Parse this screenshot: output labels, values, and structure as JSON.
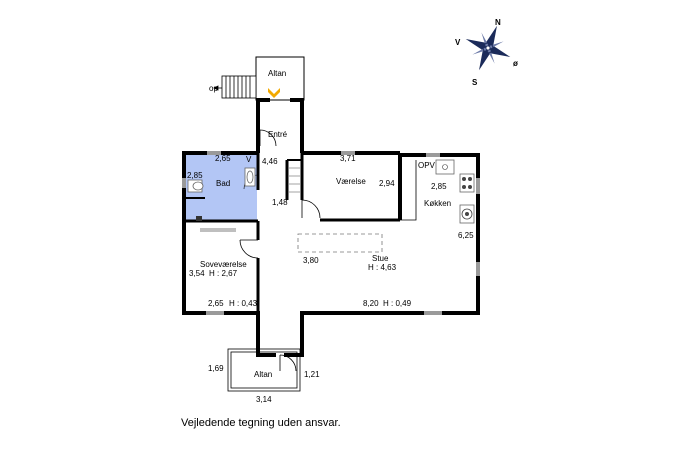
{
  "rooms": {
    "altan_top": "Altan",
    "entre": "Entré",
    "bad": "Bad",
    "vaerelse": "Værelse",
    "koekken": "Køkken",
    "sovevaerelse": "Soveværelse",
    "stue": "Stue",
    "altan_bottom": "Altan"
  },
  "heights": {
    "sovevaerelse": "H : 2,67",
    "stue": "H : 4,63",
    "bottom_left": "H : 0,43",
    "bottom_right": "H : 0,49"
  },
  "dimensions": {
    "d265_top": "2,65",
    "d285_left": "2,85",
    "d446": "4,46",
    "d148": "1,48",
    "d371": "3,71",
    "d294": "2,94",
    "d285_kitchen": "2,85",
    "d625": "6,25",
    "d380": "3,80",
    "d354": "3,54",
    "d265_bottom": "2,65",
    "d820": "8,20",
    "d169": "1,69",
    "d121": "1,21",
    "d314": "3,14"
  },
  "labels": {
    "stair_op": "op",
    "opv": "OPV",
    "v": "V"
  },
  "compass": {
    "n": "N",
    "v": "V",
    "s": "S",
    "o": "ø"
  },
  "caption": "Vejledende tegning uden ansvar.",
  "colors": {
    "bathroom_fill": "#b3c6f5",
    "wall": "#000000",
    "entry_arrow": "#f2a900"
  }
}
